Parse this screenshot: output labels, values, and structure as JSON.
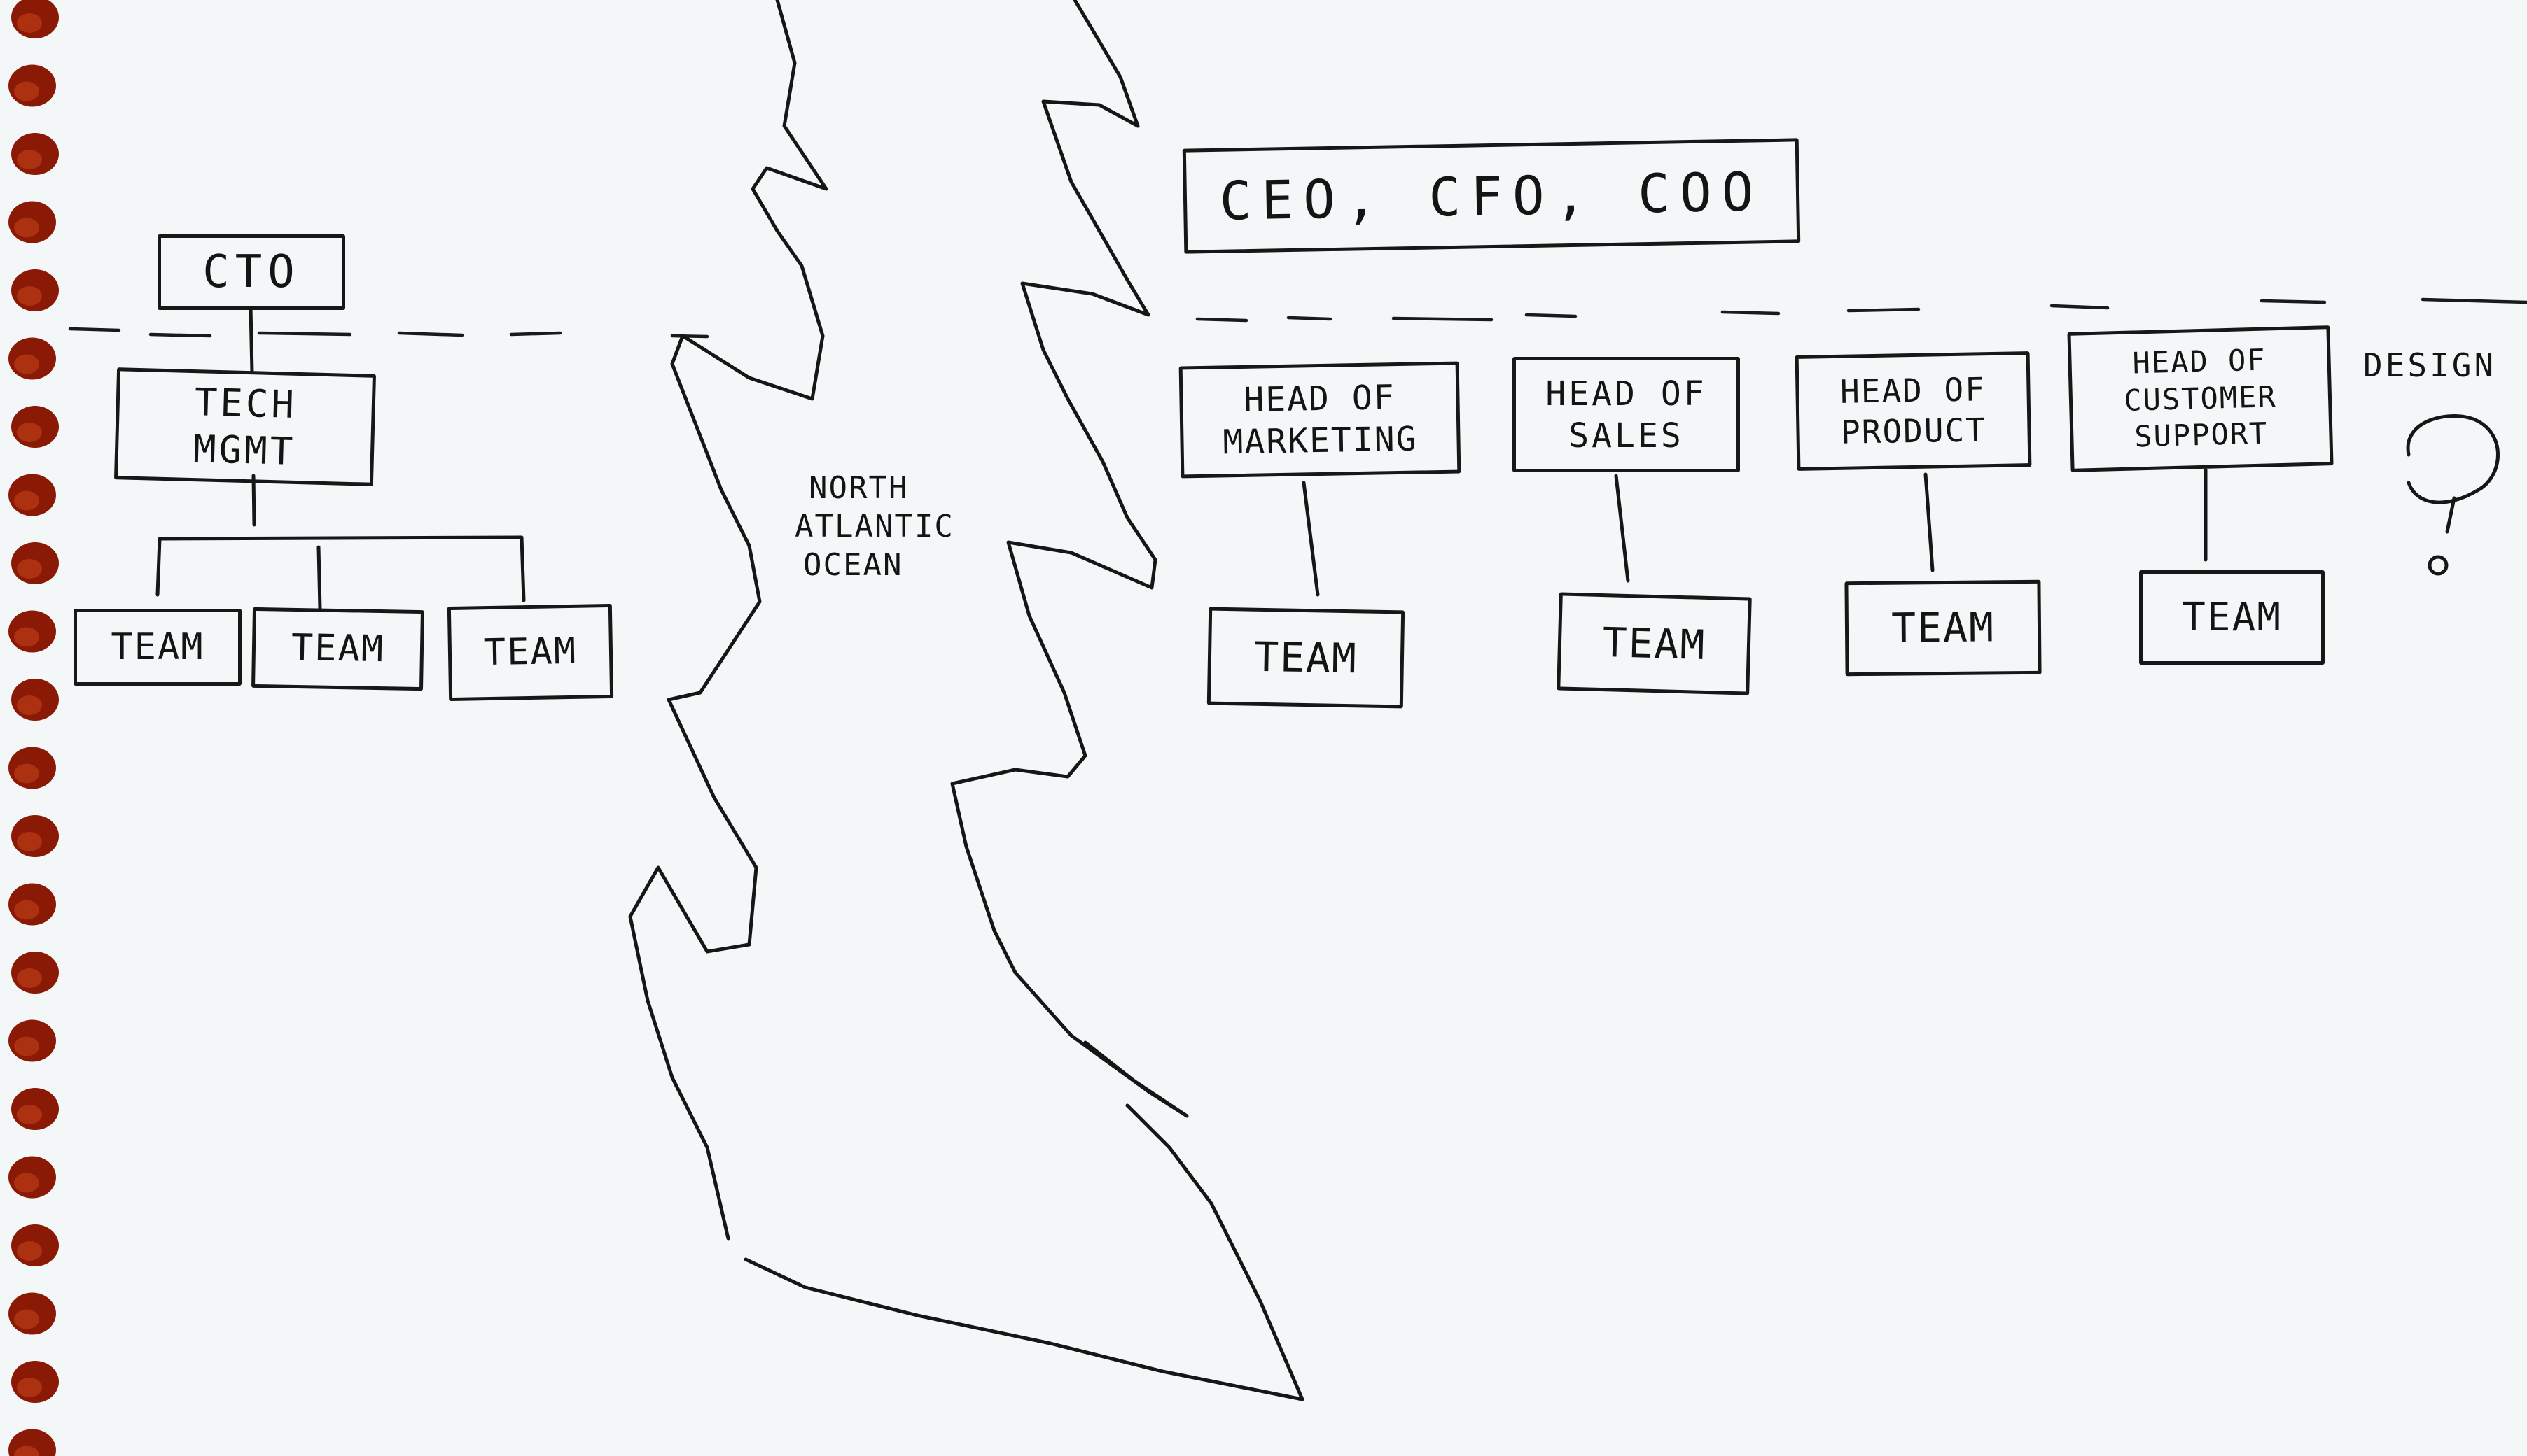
{
  "executive": {
    "label": "CEO, CFO, COO"
  },
  "tech_side": {
    "cto": "CTO",
    "tech_mgmt": [
      "TECH",
      "MGMT"
    ],
    "teams": [
      "TEAM",
      "TEAM",
      "TEAM"
    ]
  },
  "ocean": {
    "lines": [
      "NORTH",
      "ATLANTIC",
      "OCEAN"
    ]
  },
  "heads": [
    {
      "lines": [
        "HEAD OF",
        "MARKETING"
      ],
      "team": "TEAM"
    },
    {
      "lines": [
        "HEAD OF",
        "SALES"
      ],
      "team": "TEAM"
    },
    {
      "lines": [
        "HEAD OF",
        "PRODUCT"
      ],
      "team": "TEAM"
    },
    {
      "lines": [
        "HEAD OF",
        "CUSTOMER",
        "SUPPORT"
      ],
      "team": "TEAM"
    }
  ],
  "design": {
    "label": "DESIGN",
    "mark": "?"
  },
  "colors": {
    "ink": "#161616",
    "paper": "#f3f7f7",
    "binding": "#8a1a05"
  }
}
